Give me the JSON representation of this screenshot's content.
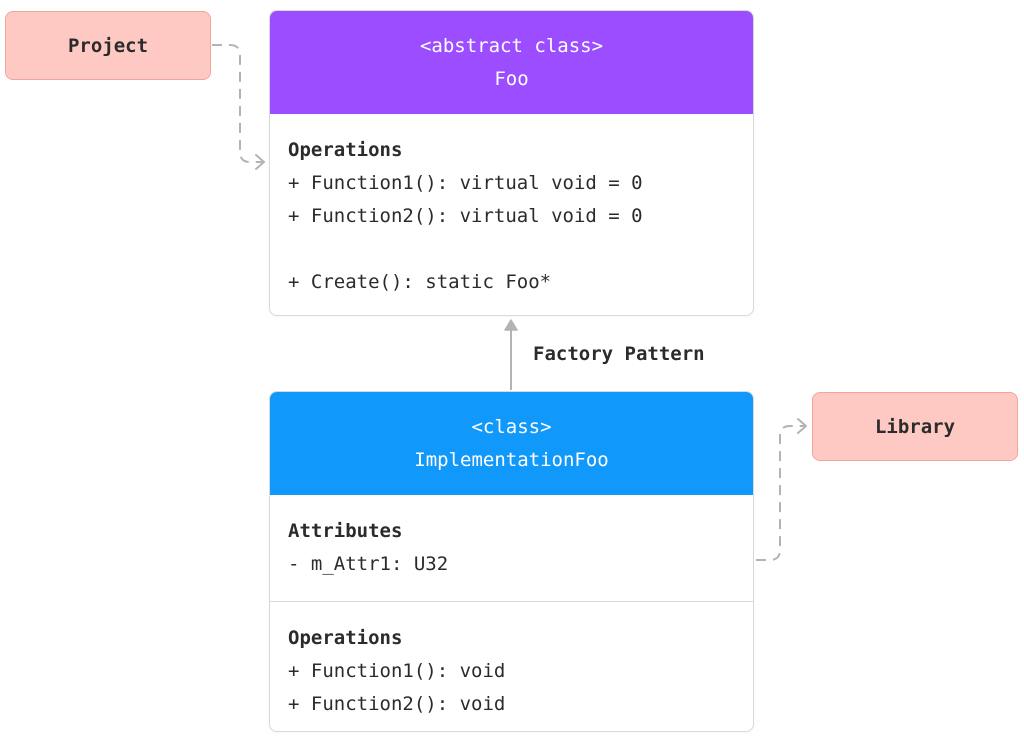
{
  "project": {
    "label": "Project"
  },
  "library": {
    "label": "Library"
  },
  "foo": {
    "stereotype": "<abstract class>",
    "name": "Foo",
    "operations_title": "Operations",
    "operations": [
      "+ Function1(): virtual void = 0",
      "+ Function2(): virtual void = 0"
    ],
    "static_ops": [
      "+ Create(): static Foo*"
    ]
  },
  "edge": {
    "label": "Factory Pattern"
  },
  "impl": {
    "stereotype": "<class>",
    "name": "ImplementationFoo",
    "attributes_title": "Attributes",
    "attributes": [
      "- m_Attr1: U32"
    ],
    "operations_title": "Operations",
    "operations": [
      "+ Function1(): void",
      "+ Function2(): void"
    ]
  },
  "colors": {
    "abstract_header": "#9b4dff",
    "class_header": "#1098fb",
    "tag_fill": "#ffc9c3",
    "connector": "#b3b3b3"
  }
}
